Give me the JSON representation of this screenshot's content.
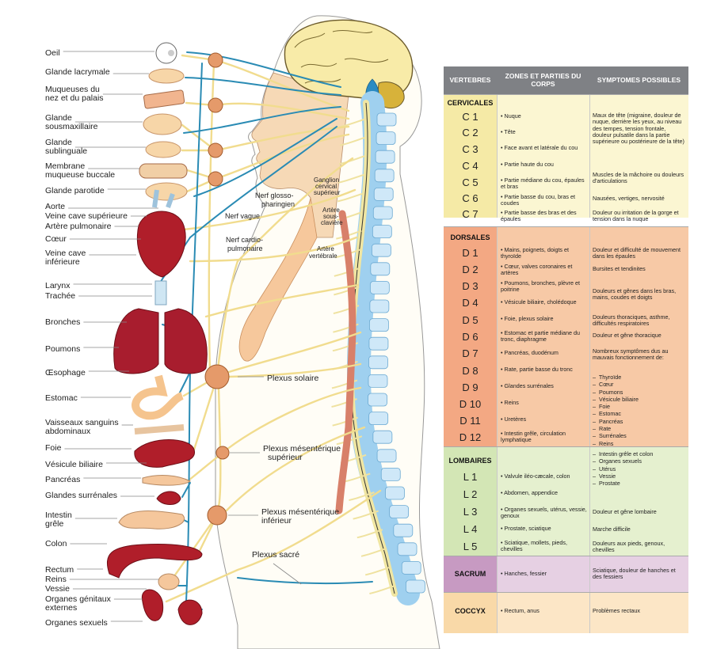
{
  "diagram": {
    "organ_labels": [
      "Oeil",
      "Glande lacrymale",
      "Muqueuses du",
      "nez et du palais",
      "Glande",
      "sousmaxillaire",
      "Glande",
      "sublinguale",
      "Membrane",
      "muqueuse buccale",
      "Glande parotide",
      "Aorte",
      "Veine cave supérieure",
      "Artère pulmonaire",
      "Cœur",
      "Veine cave",
      "inférieure",
      "Larynx",
      "Trachée",
      "Bronches",
      "Poumons",
      "Œsophage",
      "Estomac",
      "Vaisseaux sanguins",
      "abdominaux",
      "Foie",
      "Vésicule biliaire",
      "Pancréas",
      "Glandes surrénales",
      "Intestin",
      "grêle",
      "Colon",
      "Rectum",
      "Reins",
      "Vessie",
      "Organes génitaux",
      "externes",
      "Organes sexuels"
    ],
    "nerve_labels": {
      "glosso": [
        "Nerf glosso-",
        "pharingien"
      ],
      "vague": "Nerf vague",
      "cardio": [
        "Nerf cardio-",
        "pulmonaire"
      ],
      "ganglion": [
        "Ganglion",
        "cervical",
        "supérieur"
      ],
      "sous_claviere": [
        "Artère",
        "sous-",
        "clavière"
      ],
      "vertebrale": [
        "Artère",
        "vertébrale"
      ],
      "solaire": "Plexus solaire",
      "mes_sup": [
        "Plexus mésentérique",
        "supérieur"
      ],
      "mes_inf": [
        "Plexus mésentérique",
        "inférieur"
      ],
      "sacre": "Plexus sacré"
    }
  },
  "table": {
    "headers": [
      "VERTEBRES",
      "ZONES ET PARTIES DU CORPS",
      "SYMPTOMES POSSIBLES"
    ],
    "colors": {
      "cervicales": "#fbf6d2",
      "dorsales": "#f7c9a6",
      "lombaires": "#e5f0cf",
      "sacrum": "#e6d0e3",
      "coccyx": "#fce6c6",
      "dorsales_dark": "#f3a883",
      "lombaires_dark": "#d3e6b5",
      "sacrum_dark": "#c79ac2",
      "cervicales_dark": "#f5eaa6",
      "coccyx_dark": "#f9d9a8"
    },
    "cervicales": {
      "title": "CERVICALES",
      "vertebrae": [
        "C 1",
        "C 2",
        "C 3",
        "C 4",
        "C 5",
        "C 6",
        "C 7"
      ],
      "zones": [
        "Nuque",
        "Tête",
        "Face avant et latérale du cou",
        "Partie haute du cou",
        "Partie médiane du cou, épaules et bras",
        "Partie basse du cou, bras et coudes",
        "Partie basse des bras et des épaules"
      ],
      "symptoms": [
        "Maux de tête (migraine, douleur de nuque, derrière les yeux, au niveau des tempes, tension frontale, douleur pulsatile dans la partie supérieure ou postérieure de la tête)",
        "Muscles de la mâchoire ou douleurs d'articulations",
        "Nausées, vertiges, nervosité",
        "Douleur ou irritation de la gorge et tension dans la nuque"
      ]
    },
    "dorsales": {
      "title": "DORSALES",
      "vertebrae": [
        "D 1",
        "D 2",
        "D 3",
        "D 4",
        "D 5",
        "D 6",
        "D 7",
        "D 8",
        "D 9",
        "D 10",
        "D 11",
        "D 12"
      ],
      "zones": [
        "Mains, poignets, doigts et thyroïde",
        "Cœur, valves coronaires et artères",
        "Poumons, bronches, plèvre et poitrine",
        "Vésicule biliaire, cholédoque",
        "Foie, plexus solaire",
        "Estomac et partie médiane du tronc, diaphragme",
        "Pancréas, duodénum",
        "Rate, partie basse du tronc",
        "Glandes surrénales",
        "Reins",
        "Uretères",
        "Intestin grêle, circulation lymphatique"
      ],
      "symptoms": [
        "Douleur et difficulté de mouvement dans les épaules",
        "Bursites et tendinites",
        "Douleurs et gênes dans les bras, mains, coudes et doigts",
        "Douleurs thoraciques, asthme, difficultés respiratoires",
        "Douleur et gêne thoracique",
        "Nombreux symptômes dus au mauvais fonctionnement de:"
      ],
      "list": [
        "Thyroïde",
        "Cœur",
        "Poumons",
        "Vésicule biliaire",
        "Foie",
        "Estomac",
        "Pancréas",
        "Rate",
        "Surrénales",
        "Reins",
        "Intestin grêle et colon",
        "Organes sexuels",
        "Utérus",
        "Vessie",
        "Prostate"
      ]
    },
    "lombaires": {
      "title": "LOMBAIRES",
      "vertebrae": [
        "L 1",
        "L 2",
        "L 3",
        "L 4",
        "L 5"
      ],
      "zones": [
        "Valvule iléo-cæcale, colon",
        "Abdomen, appendice",
        "Organes sexuels, utérus, vessie, genoux",
        "Prostate, sciatique",
        "Sciatique, mollets, pieds, chevilles"
      ],
      "symptoms": [
        "Douleur et gêne lombaire",
        "Marche difficile",
        "Douleurs aux pieds, genoux, chevilles"
      ]
    },
    "sacrum": {
      "title": "SACRUM",
      "zone": "Hanches, fessier",
      "symptom": "Sciatique, douleur de hanches et des fessiers"
    },
    "coccyx": {
      "title": "COCCYX",
      "zone": "Rectum, anus",
      "symptom": "Problèmes rectaux"
    }
  }
}
